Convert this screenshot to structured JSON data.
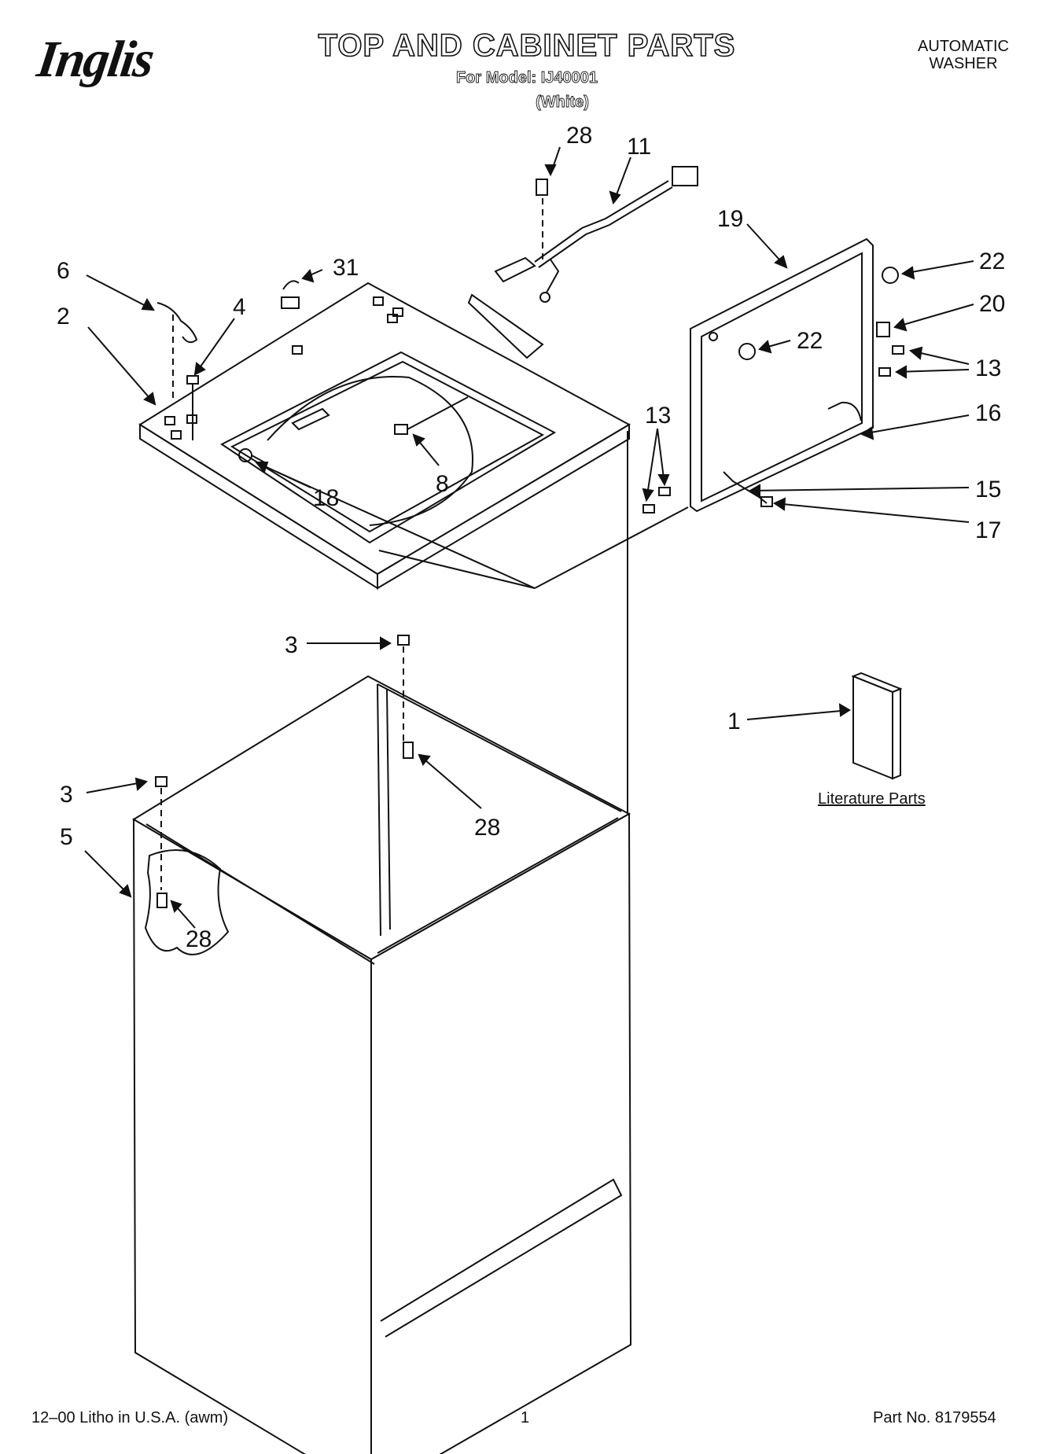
{
  "header": {
    "brand": "Inglis",
    "title": "TOP AND CABINET PARTS",
    "model_line": "For Model: IJ40001",
    "variant": "(White)",
    "product_line1": "AUTOMATIC",
    "product_line2": "WASHER"
  },
  "literature_label": "Literature Parts",
  "footer": {
    "left": "12–00 Litho in U.S.A. (awm)",
    "page": "1",
    "part_no": "Part No. 8179554"
  },
  "callouts": [
    "28",
    "11",
    "19",
    "22",
    "6",
    "31",
    "4",
    "2",
    "20",
    "22",
    "13",
    "13",
    "16",
    "8",
    "18",
    "15",
    "17",
    "3",
    "1",
    "3",
    "28",
    "5",
    "28"
  ]
}
